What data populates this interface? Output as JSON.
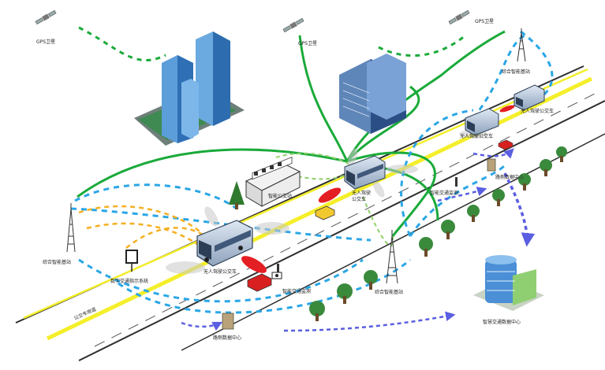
{
  "labels": {
    "gps_1": "GPS卫星",
    "gps_2": "GPS卫星",
    "gps_3": "GPS卫星",
    "base_station_right_top": "综合智能基站",
    "base_station_left": "综合智能基站",
    "base_station_middle": "综合智能基站",
    "bus_top_right": "无人驾驶公交车",
    "bus_top_mid": "无人驾驶公交车",
    "bus_center": "无人驾驶\n公交车",
    "bus_main": "无人驾驶公交车",
    "bus_stop": "智能公交站",
    "roadside_center_right": "路侧数据中心",
    "roadside_center_bottom": "路侧数据中心",
    "traffic_monitor_right": "智能交通监测",
    "traffic_monitor_bottom": "智能交通监测",
    "digital_sign": "数字交通指示系统",
    "bus_lane": "公交专用道",
    "smart_data_center": "智慧交通数据中心"
  },
  "colors": {
    "green_link": "#1aaa3a",
    "blue_link": "#2aa6e6",
    "orange_link": "#f5b021",
    "light_green_link": "#8fd16a",
    "purple_link": "#5a5ee0",
    "road_yellow": "#f4ef2a",
    "road_gray": "#2e2e2e"
  },
  "icons": [
    "satellite-icon",
    "tower-icon",
    "bus-icon",
    "car-icon",
    "tree-icon",
    "building-icon",
    "cabinet-icon",
    "camera-icon",
    "sign-icon"
  ]
}
